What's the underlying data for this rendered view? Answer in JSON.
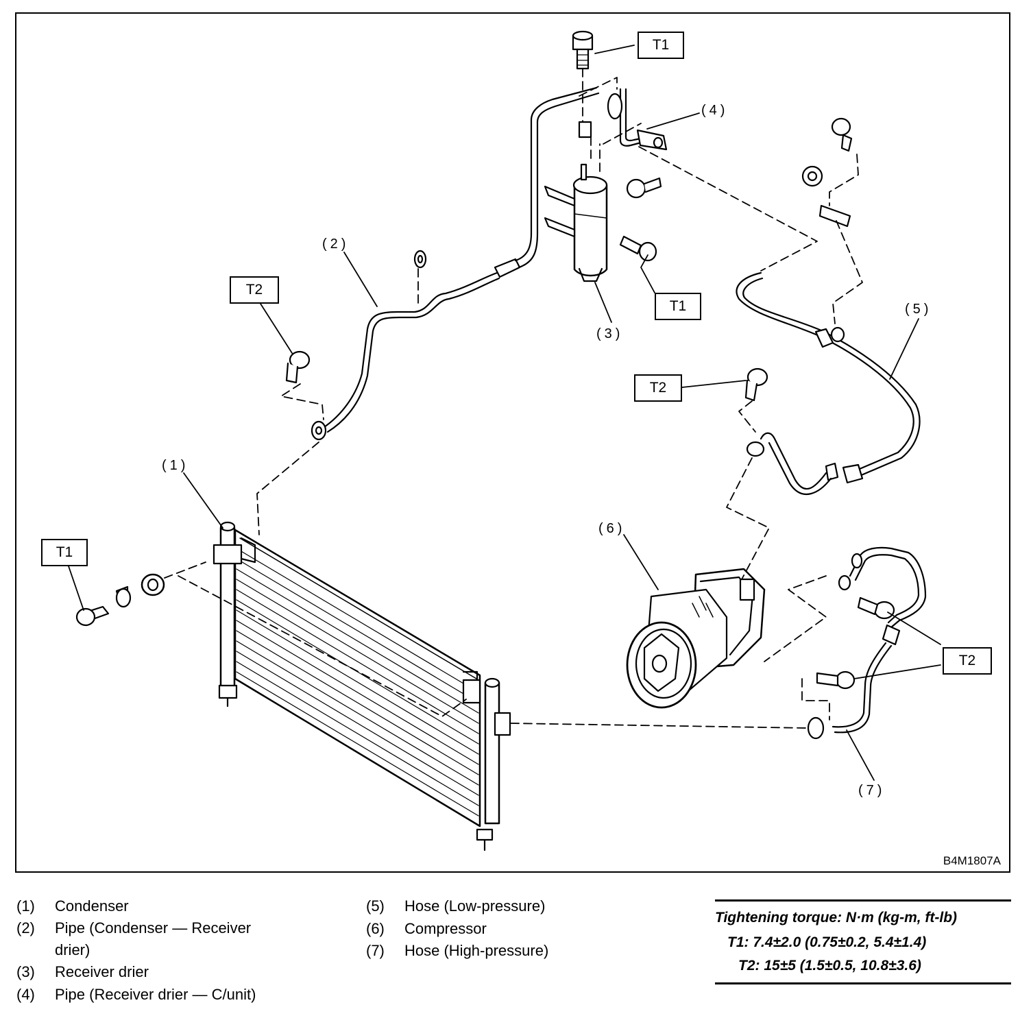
{
  "diagram": {
    "figure_id": "B4M1807A",
    "callouts": [
      "(1)",
      "(2)",
      "(3)",
      "(4)",
      "(5)",
      "(6)",
      "(7)"
    ],
    "torque_tags": {
      "t1": "T1",
      "t2": "T2"
    }
  },
  "legend": [
    {
      "num": "(1)",
      "text": "Condenser"
    },
    {
      "num": "(2)",
      "text": "Pipe (Condenser — Receiver",
      "text2": "drier)"
    },
    {
      "num": "(3)",
      "text": "Receiver drier"
    },
    {
      "num": "(4)",
      "text": "Pipe (Receiver drier — C/unit)"
    },
    {
      "num": "(5)",
      "text": "Hose (Low-pressure)"
    },
    {
      "num": "(6)",
      "text": "Compressor"
    },
    {
      "num": "(7)",
      "text": "Hose (High-pressure)"
    }
  ],
  "torque": {
    "heading": "Tightening torque: N·m (kg-m, ft-lb)",
    "t1": "T1: 7.4±2.0 (0.75±0.2, 5.4±1.4)",
    "t2": "T2: 15±5 (1.5±0.5, 10.8±3.6)"
  }
}
